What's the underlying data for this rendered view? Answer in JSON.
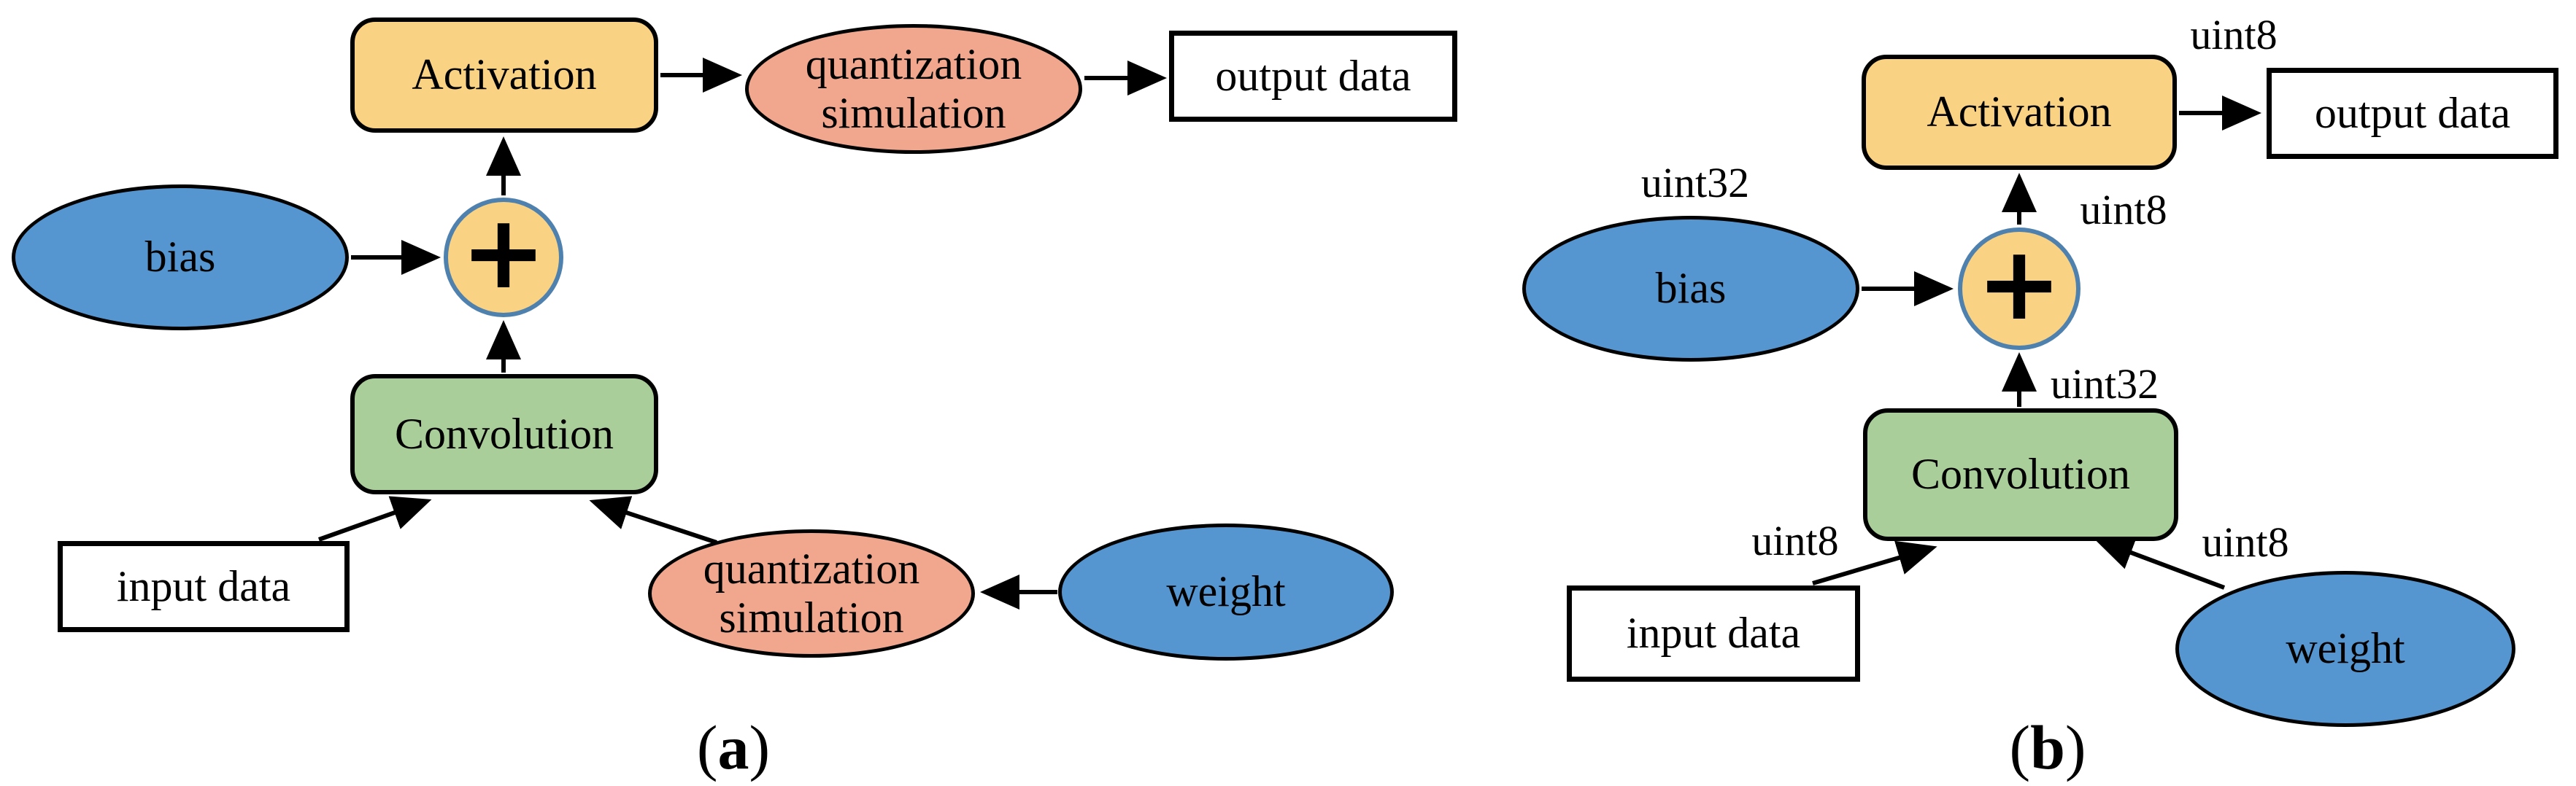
{
  "panel_a": {
    "caption": {
      "open": "(",
      "letter": "a",
      "close": ")"
    },
    "nodes": {
      "activation": "Activation",
      "quant_sim_top": {
        "line1": "quantization",
        "line2": "simulation"
      },
      "output_data": "output data",
      "bias": "bias",
      "plus": "+",
      "convolution": "Convolution",
      "input_data": "input data",
      "quant_sim_bottom": {
        "line1": "quantization",
        "line2": "simulation"
      },
      "weight": "weight"
    }
  },
  "panel_b": {
    "caption": {
      "open": "(",
      "letter": "b",
      "close": ")"
    },
    "nodes": {
      "activation": "Activation",
      "output_data": "output data",
      "bias": "bias",
      "plus": "+",
      "convolution": "Convolution",
      "input_data": "input data",
      "weight": "weight"
    },
    "dtype_labels": {
      "output": "uint8",
      "activation_input": "uint8",
      "bias": "uint32",
      "conv_output": "uint32",
      "input": "uint8",
      "weight": "uint8"
    }
  },
  "colors": {
    "activation_fill": "#FAD283",
    "convolution_fill": "#A9CE99",
    "data_node_fill": "#5596D0",
    "quantization_node_fill": "#F0A78E",
    "io_node_fill": "#FFFFFF",
    "plus_fill": "#FAD283",
    "plus_border": "#4F81AE",
    "outline": "#000000",
    "arrow": "#000000",
    "background": "#FFFFFF"
  }
}
